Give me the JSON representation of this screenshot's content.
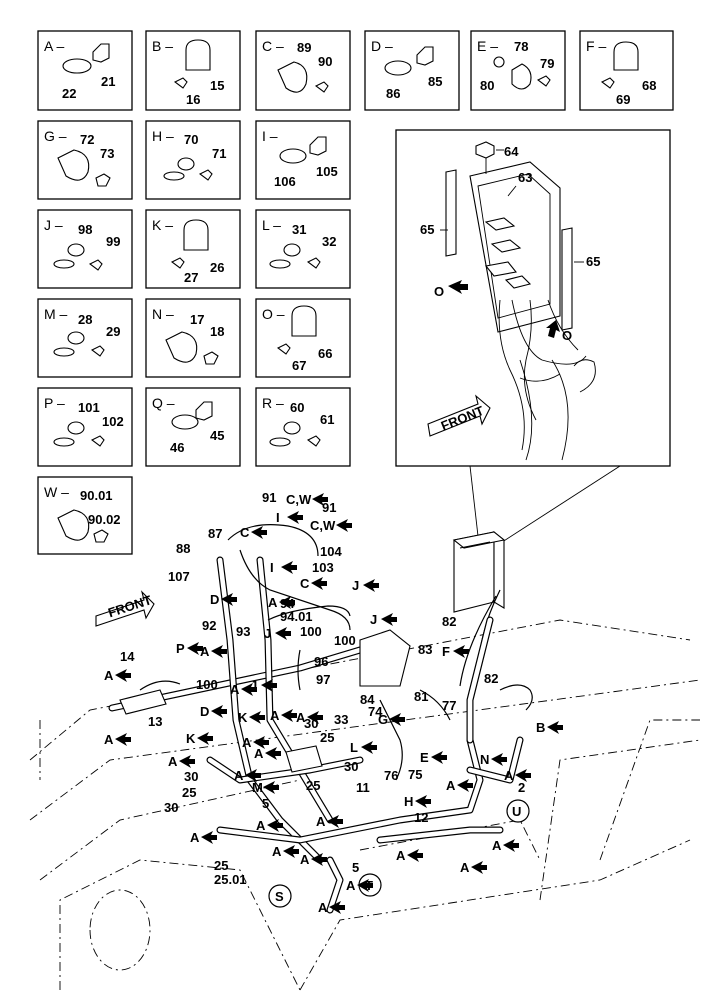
{
  "detail_boxes": [
    {
      "id": "A",
      "title": "A –",
      "parts": [
        "21",
        "22"
      ]
    },
    {
      "id": "B",
      "title": "B –",
      "parts": [
        "15",
        "16"
      ]
    },
    {
      "id": "C",
      "title": "C –",
      "parts": [
        "89",
        "90"
      ]
    },
    {
      "id": "D",
      "title": "D –",
      "parts": [
        "85",
        "86"
      ]
    },
    {
      "id": "E",
      "title": "E –",
      "parts": [
        "78",
        "79",
        "80"
      ]
    },
    {
      "id": "F",
      "title": "F –",
      "parts": [
        "68",
        "69"
      ]
    },
    {
      "id": "G",
      "title": "G –",
      "parts": [
        "72",
        "73"
      ]
    },
    {
      "id": "H",
      "title": "H –",
      "parts": [
        "70",
        "71"
      ]
    },
    {
      "id": "I",
      "title": "I –",
      "parts": [
        "105",
        "106"
      ]
    },
    {
      "id": "J",
      "title": "J –",
      "parts": [
        "98",
        "99"
      ]
    },
    {
      "id": "K",
      "title": "K –",
      "parts": [
        "26",
        "27"
      ]
    },
    {
      "id": "L",
      "title": "L –",
      "parts": [
        "31",
        "32"
      ]
    },
    {
      "id": "M",
      "title": "M –",
      "parts": [
        "28",
        "29"
      ]
    },
    {
      "id": "N",
      "title": "N –",
      "parts": [
        "17",
        "18"
      ]
    },
    {
      "id": "O",
      "title": "O –",
      "parts": [
        "66",
        "67"
      ]
    },
    {
      "id": "P",
      "title": "P –",
      "parts": [
        "101",
        "102"
      ]
    },
    {
      "id": "Q",
      "title": "Q –",
      "parts": [
        "45",
        "46"
      ]
    },
    {
      "id": "R",
      "title": "R –",
      "parts": [
        "60",
        "61"
      ]
    },
    {
      "id": "W",
      "title": "W –",
      "parts": [
        "90.01",
        "90.02"
      ]
    }
  ],
  "inset": {
    "parts": [
      "64",
      "63",
      "65",
      "65"
    ],
    "callouts": [
      "O",
      "O"
    ],
    "front": "FRONT"
  },
  "main": {
    "front": "FRONT",
    "part_numbers": [
      "91",
      "91",
      "87",
      "104",
      "88",
      "103",
      "107",
      "94",
      "92",
      "93",
      "94.01",
      "100",
      "100",
      "14",
      "96",
      "97",
      "100",
      "13",
      "83",
      "82",
      "82",
      "84",
      "81",
      "77",
      "74",
      "33",
      "30",
      "25",
      "30",
      "25",
      "30",
      "25",
      "30",
      "5",
      "11",
      "76",
      "75",
      "12",
      "2",
      "25",
      "25.01",
      "5"
    ],
    "callouts": [
      "C,W",
      "C,W",
      "C",
      "I",
      "I",
      "C",
      "J",
      "J",
      "D",
      "A",
      "J",
      "P",
      "A",
      "A",
      "A",
      "A",
      "J",
      "D",
      "K",
      "A",
      "A",
      "F",
      "K",
      "A",
      "A",
      "G",
      "L",
      "A",
      "E",
      "B",
      "N",
      "H",
      "M",
      "A",
      "A",
      "A",
      "A",
      "A",
      "A",
      "A",
      "A",
      "A",
      "A",
      "A",
      "A",
      "A"
    ],
    "circled": [
      "U",
      "S",
      "T"
    ]
  }
}
